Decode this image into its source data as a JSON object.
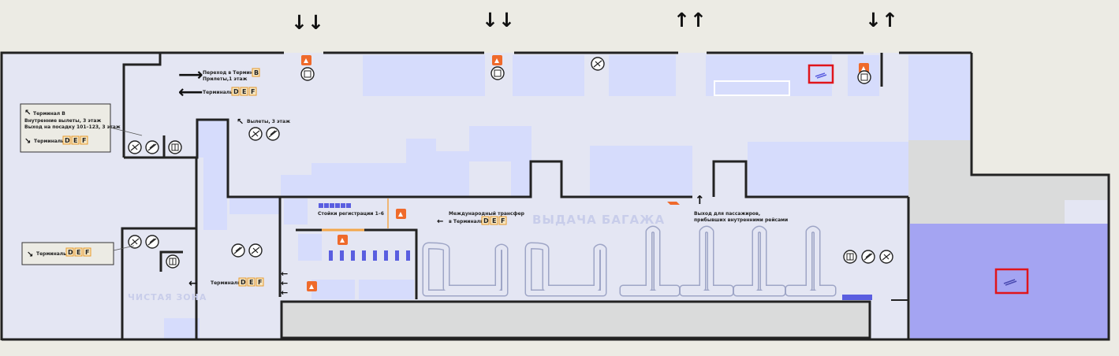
{
  "map": {
    "zones": {
      "baggage_claim": "ВЫДАЧА БАГАЖА",
      "clean_zone": "ЧИСТАЯ ЗОНА"
    },
    "labels": {
      "terminal_b_title": "Терминал B",
      "terminal_b_line1": "Внутренние вылеты, 3 этаж",
      "terminal_b_line2": "Выход на посадку 101–123, 3 этаж",
      "transfer_line1": "Переход в Терминал",
      "transfer_line2": "Прилеты,1 этаж",
      "terminals": "Терминалы",
      "departures": "Вылеты, 3 этаж",
      "checkin": "Стойки регистрации 1–6",
      "intl_transfer_line1": "Международный трансфер",
      "intl_transfer_line2": "в Терминалы",
      "exit_line1": "Выход для пассажиров,",
      "exit_line2": "прибывших внутренними рейсами"
    },
    "badges": {
      "b": "B",
      "d": "D",
      "e": "E",
      "f": "F"
    },
    "arrows": {
      "down": "↓↓",
      "up": "↑↑",
      "downup": "↓↑",
      "single_up": "↑"
    },
    "colors": {
      "background": "#ecebe4",
      "room": "#d6dcfc",
      "hall": "#e4e6f3",
      "wall": "#222222",
      "accent_orange": "#ef6a2b",
      "checkin_blue": "#5a5ee0",
      "marker_red": "#e0151b",
      "highlight_purple": "#a4a4f2"
    },
    "icons": [
      "arrow-icon",
      "restaurant-icon",
      "elevator-icon",
      "escalator-icon",
      "location-marker-icon",
      "baggage-carousel-icon"
    ]
  }
}
